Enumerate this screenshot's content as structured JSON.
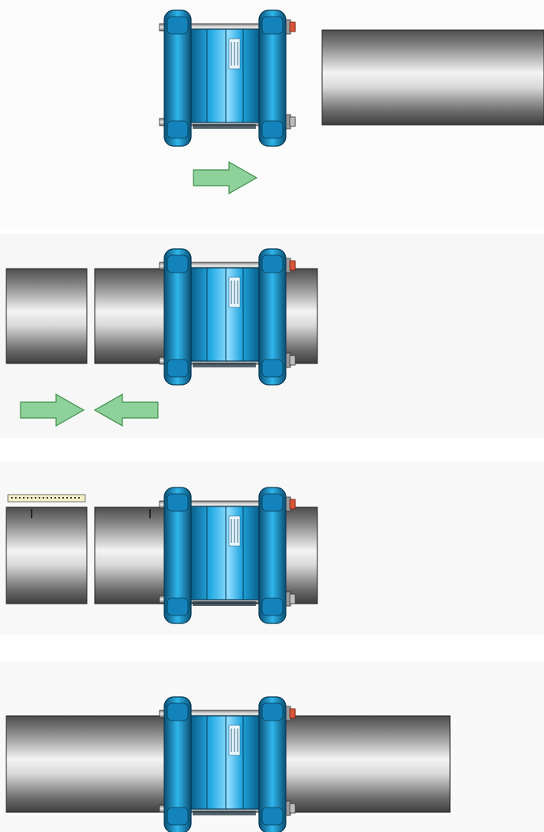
{
  "figure": {
    "steps": [
      {
        "id": "step-1",
        "coupling_text": ""
      },
      {
        "id": "step-2",
        "coupling_text": ""
      },
      {
        "id": "step-3",
        "coupling_text": ""
      },
      {
        "id": "step-4",
        "coupling_text": ""
      }
    ],
    "colors": {
      "coupling_blue": "#1fa3db",
      "coupling_dark": "#0a5f8a",
      "pipe_light": "#f2f2f2",
      "pipe_dark": "#4d4d4d",
      "arrow_green": "#8fd19a",
      "arrow_outline": "#3f8e4a",
      "bolt_red": "#d8553a",
      "panel_bg": "#f7f7f7"
    },
    "icons": [
      "coupling-icon",
      "pipe-icon",
      "arrow-right-icon",
      "arrow-left-icon",
      "measuring-tape-icon"
    ]
  }
}
